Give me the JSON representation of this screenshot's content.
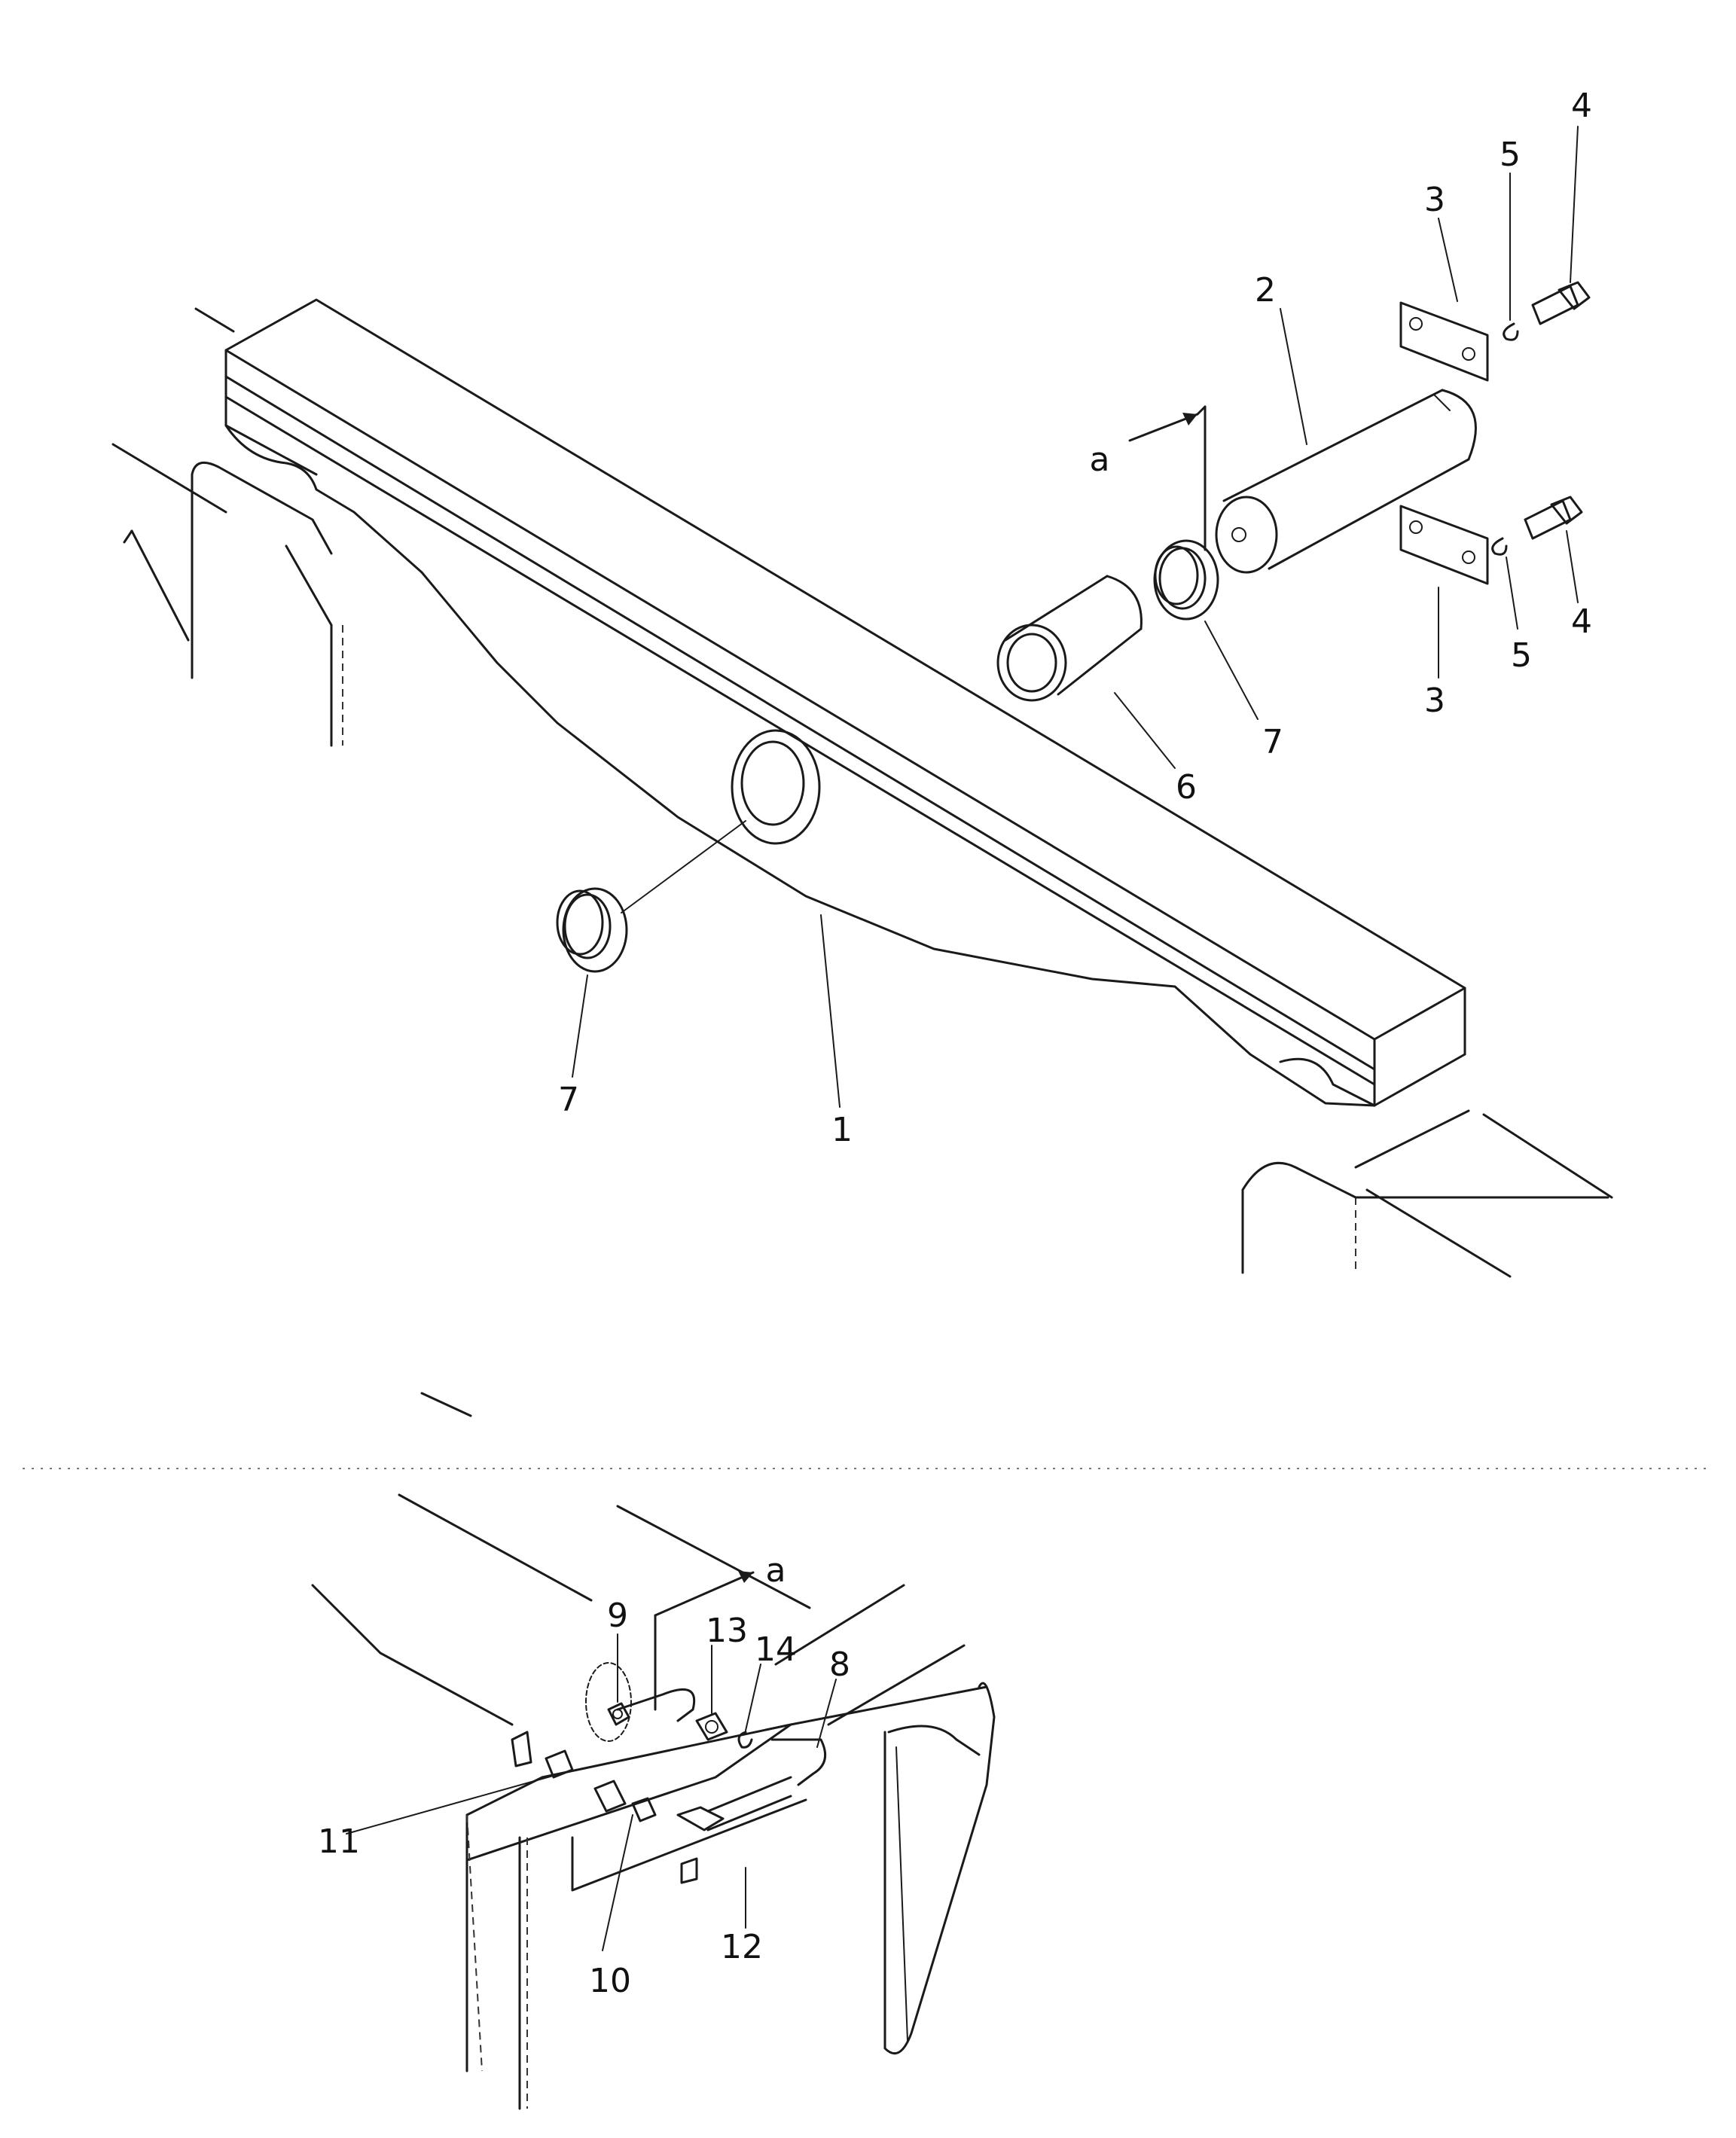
{
  "callouts": {
    "c1": "1",
    "c2": "2",
    "c3_top": "3",
    "c3_bottom": "3",
    "c4_top": "4",
    "c4_bottom": "4",
    "c5_top": "5",
    "c5_bottom": "5",
    "c6": "6",
    "c7_upper": "7",
    "c7_lower": "7",
    "c8": "8",
    "c9": "9",
    "c10": "10",
    "c11": "11",
    "c12": "12",
    "c13": "13",
    "c14": "14"
  },
  "view_markers": {
    "upper": "a",
    "lower": "a"
  }
}
